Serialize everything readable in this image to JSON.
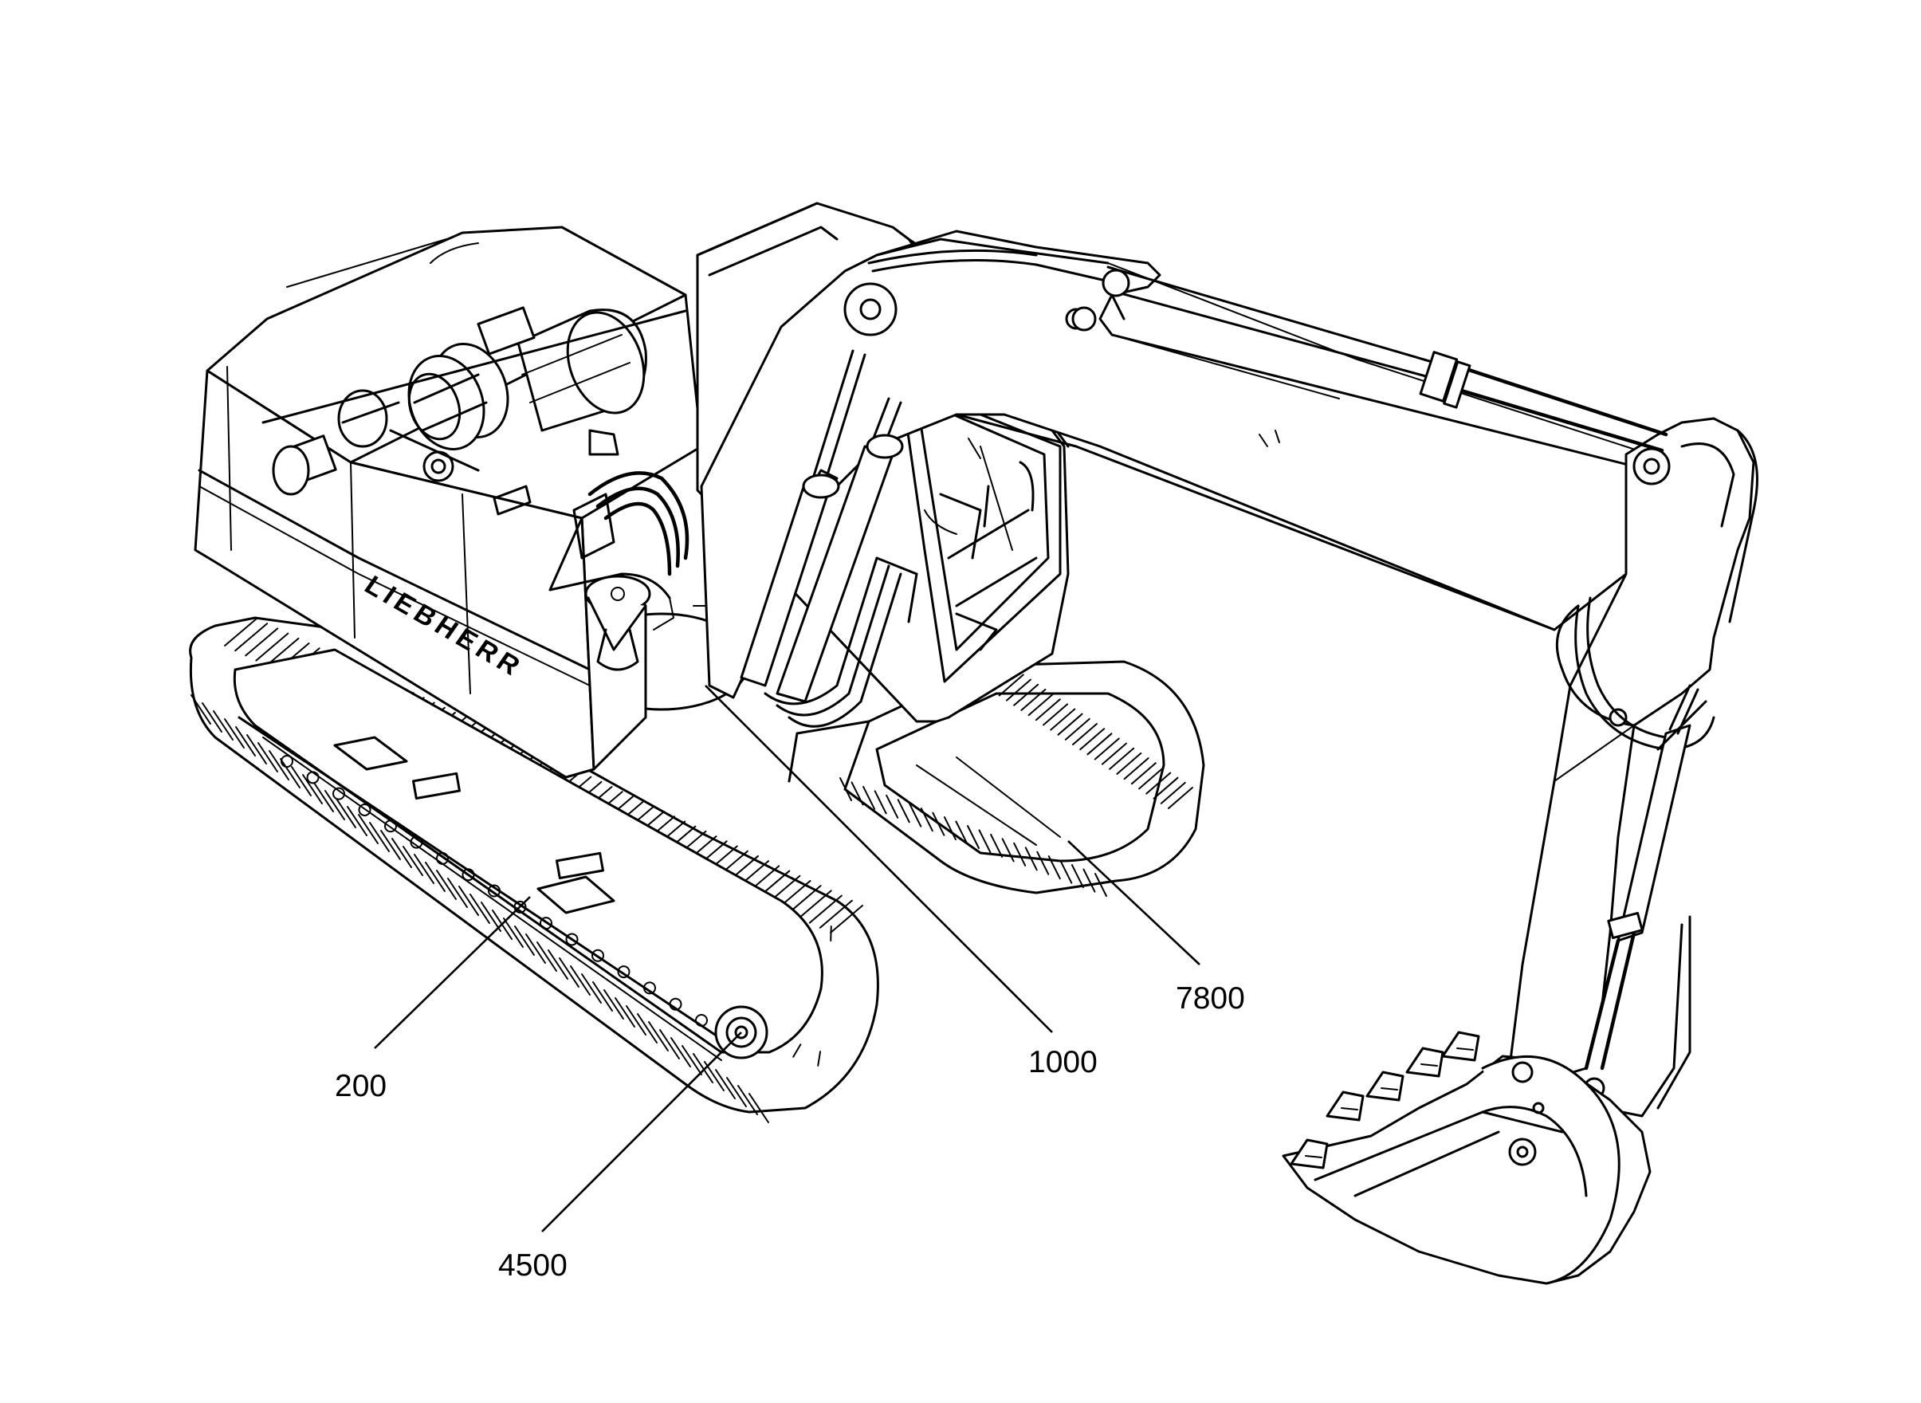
{
  "drawing": {
    "subject": "Excavator",
    "brand_mark": "LIEBHERR",
    "ink_color": "#000000",
    "paper_color": "#ffffff"
  },
  "callouts": [
    {
      "id": "c200",
      "label": "200"
    },
    {
      "id": "c4500",
      "label": "4500"
    },
    {
      "id": "c1000",
      "label": "1000"
    },
    {
      "id": "c7800",
      "label": "7800"
    }
  ]
}
